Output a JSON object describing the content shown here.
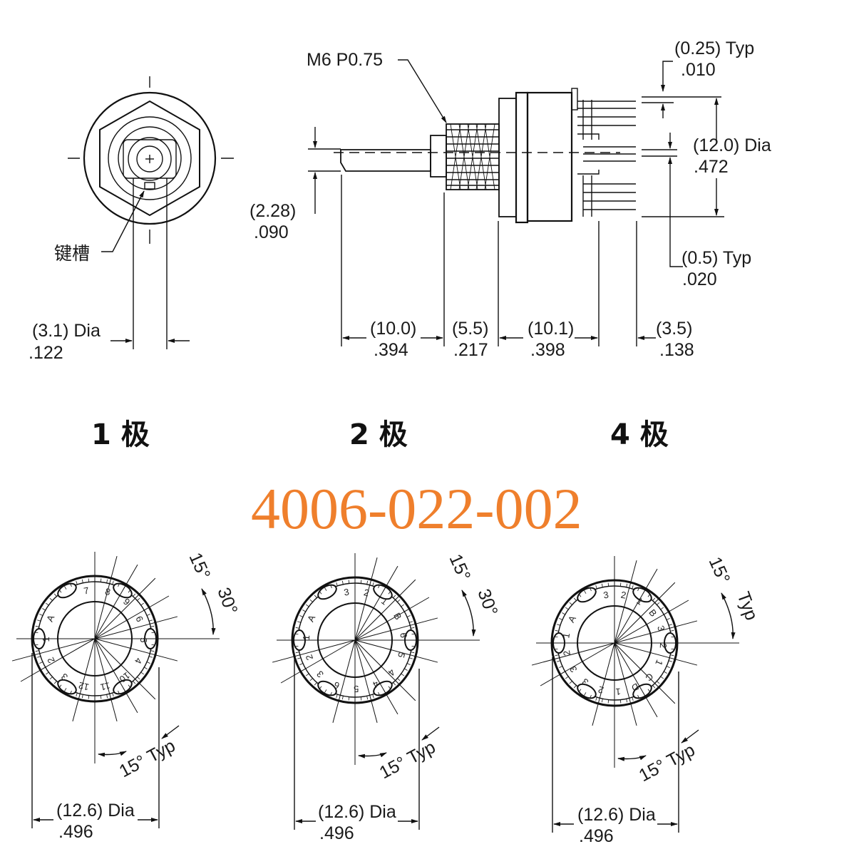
{
  "front_view": {
    "keyway_label": "键槽",
    "shaft_dia": {
      "metric": "(3.1) Dia",
      "inch": ".122"
    }
  },
  "side_view": {
    "thread_label": "M6 P0.75",
    "pin_thickness": {
      "metric": "(0.25) Typ",
      "inch": ".010"
    },
    "body_dia": {
      "metric": "(12.0) Dia",
      "inch": ".472"
    },
    "flat_depth": {
      "metric": "(2.28)",
      "inch": ".090"
    },
    "pin_width": {
      "metric": "(0.5) Typ",
      "inch": ".020"
    },
    "shaft_length": {
      "metric": "(10.0)",
      "inch": ".394"
    },
    "bushing_length": {
      "metric": "(5.5)",
      "inch": ".217"
    },
    "body_length": {
      "metric": "(10.1)",
      "inch": ".398"
    },
    "pin_length": {
      "metric": "(3.5)",
      "inch": ".138"
    }
  },
  "poles": [
    {
      "label": "1 极",
      "dia": {
        "metric": "(12.6) Dia",
        "inch": ".496"
      },
      "angle_typ": "15° Typ",
      "angle_a": "15°",
      "angle_b": "30°",
      "terminal_labels": [
        "7",
        "8",
        "9",
        "6",
        "5",
        "4",
        "10",
        "11",
        "12",
        "3",
        "2",
        "1",
        "A"
      ]
    },
    {
      "label": "2 极",
      "dia": {
        "metric": "(12.6) Dia",
        "inch": ".496"
      },
      "angle_typ": "15° Typ",
      "angle_a": "15°",
      "angle_b": "30°",
      "terminal_labels": [
        "3",
        "2",
        "1",
        "B",
        "6",
        "5",
        "4",
        "4",
        "5",
        "6",
        "3",
        "2",
        "1",
        "A"
      ]
    },
    {
      "label": "4 极",
      "dia": {
        "metric": "(12.6) Dia",
        "inch": ".496"
      },
      "angle_typ": "15° Typ",
      "angle_a": "15°",
      "angle_b": "Typ",
      "terminal_labels": [
        "3",
        "2",
        "1",
        "B",
        "3",
        "2",
        "1",
        "C",
        "D",
        "1",
        "2",
        "3",
        "3",
        "2",
        "1",
        "A"
      ]
    }
  ],
  "part_number": "4006-022-002"
}
